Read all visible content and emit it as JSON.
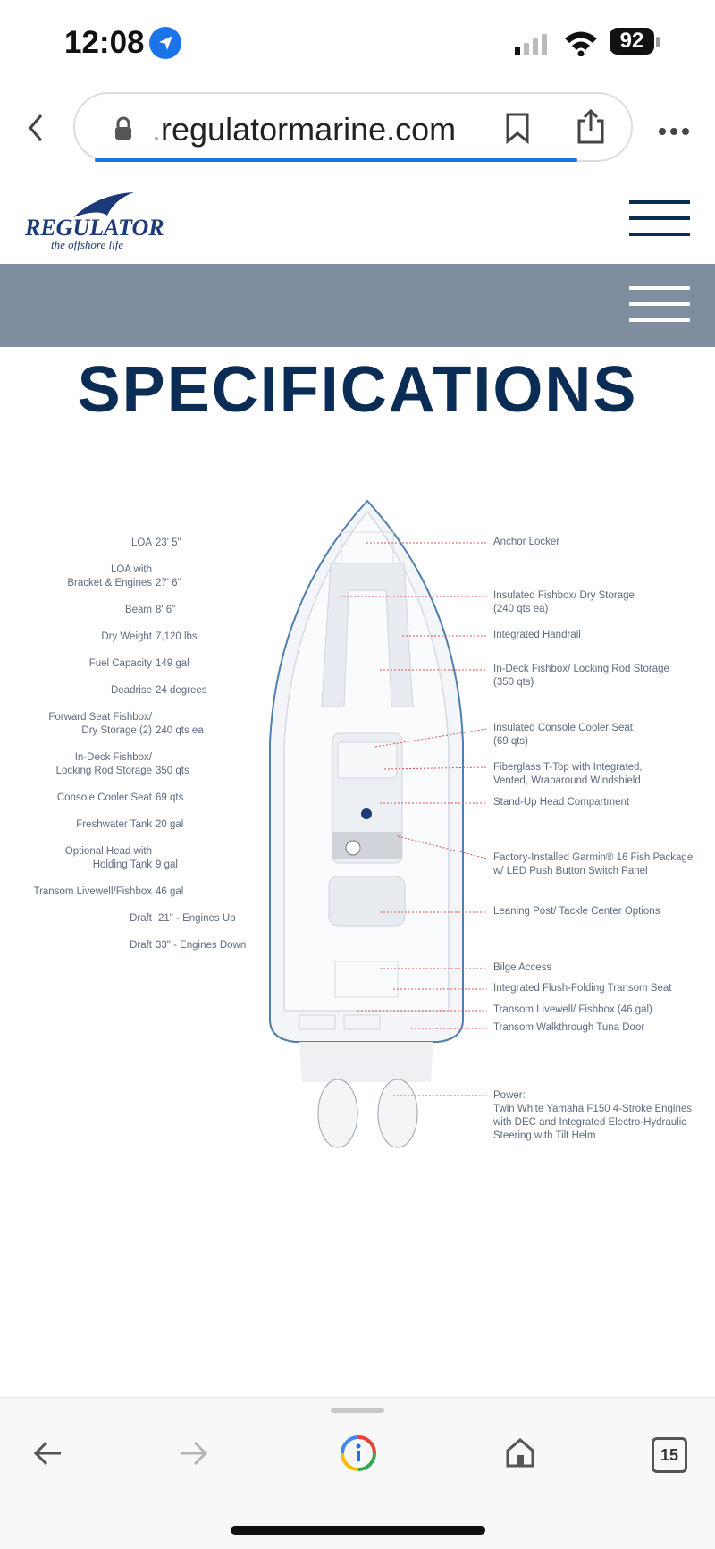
{
  "status_bar": {
    "time": "12:08",
    "battery": "92"
  },
  "browser": {
    "url_prefix": ".",
    "url_domain": "regulatormarine.com",
    "tab_count": "15"
  },
  "site": {
    "logo": "REGULATOR",
    "tagline": "the offshore life"
  },
  "page": {
    "title": "SPECIFICATIONS"
  },
  "specs": [
    {
      "label": "LOA",
      "value": "23' 5\""
    },
    {
      "label": "LOA with\nBracket & Engines",
      "value": "27' 6\""
    },
    {
      "label": "Beam",
      "value": "8' 6\""
    },
    {
      "label": "Dry Weight",
      "value": "7,120 lbs"
    },
    {
      "label": "Fuel Capacity",
      "value": "149 gal"
    },
    {
      "label": "Deadrise",
      "value": "24 degrees"
    },
    {
      "label": "Forward Seat Fishbox/\nDry Storage (2)",
      "value": "240 qts ea"
    },
    {
      "label": "In-Deck Fishbox/\nLocking Rod Storage",
      "value": "350 qts"
    },
    {
      "label": "Console Cooler Seat",
      "value": "69 qts"
    },
    {
      "label": "Freshwater Tank",
      "value": "20 gal"
    },
    {
      "label": "Optional Head with\nHolding Tank",
      "value": "9 gal"
    },
    {
      "label": "Transom Livewell/Fishbox",
      "value": "46 gal"
    },
    {
      "label": "Draft",
      "value": "21\" - Engines Up"
    },
    {
      "label": "Draft",
      "value": "33\" - Engines Down"
    }
  ],
  "features": [
    "Anchor Locker",
    "Insulated Fishbox/ Dry Storage\n(240 qts ea)",
    "Integrated Handrail",
    "In-Deck Fishbox/ Locking Rod Storage\n(350 qts)",
    "Insulated Console Cooler Seat\n(69 qts)",
    "Fiberglass T-Top with Integrated,\nVented, Wraparound Windshield",
    "Stand-Up Head Compartment",
    "Factory-Installed Garmin® 16 Fish Package\nw/ LED Push Button Switch Panel",
    "Leaning Post/ Tackle Center Options",
    "Bilge Access",
    "Integrated Flush-Folding Transom Seat",
    "Transom Livewell/ Fishbox (46 gal)",
    "Transom Walkthrough Tuna Door",
    "Power:\nTwin White Yamaha F150 4-Stroke Engines\nwith DEC and Integrated Electro-Hydraulic\nSteering with Tilt Helm"
  ]
}
